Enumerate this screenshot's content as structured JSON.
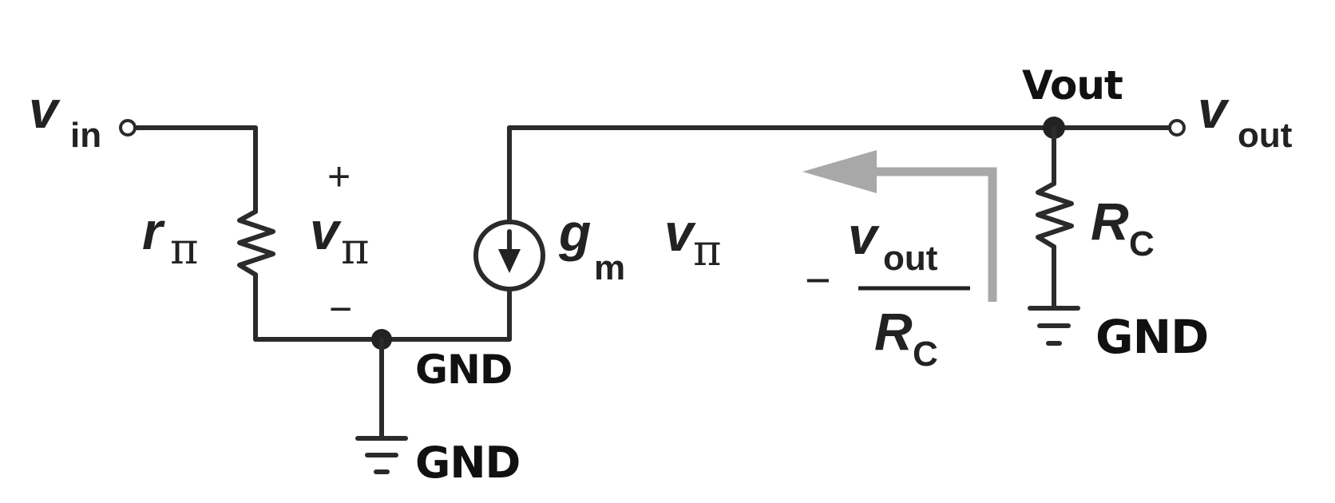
{
  "labels": {
    "vin": {
      "main": "v",
      "sub": "in"
    },
    "vout": {
      "main": "v",
      "sub": "out"
    },
    "r_pi": {
      "main": "r",
      "sub": "π"
    },
    "v_pi": {
      "main": "v",
      "sub": "π"
    },
    "v_pi_plus": "+",
    "v_pi_minus": "−",
    "gm_vpi": {
      "g": "g",
      "g_sub": "m",
      "v": "v",
      "v_sub": "π"
    },
    "rc": {
      "main": "R",
      "sub": "C"
    },
    "current_expr": {
      "sign": "−",
      "num_main": "v",
      "num_sub": "out",
      "den_main": "R",
      "den_sub": "C"
    },
    "handwritten": {
      "vout_node": "Vout",
      "gnd_node": "GND",
      "gnd_symbol_left": "GND",
      "gnd_symbol_right": "GND"
    }
  },
  "colors": {
    "wire": "#2b2b2b",
    "arrow": "#a8a8a8"
  }
}
